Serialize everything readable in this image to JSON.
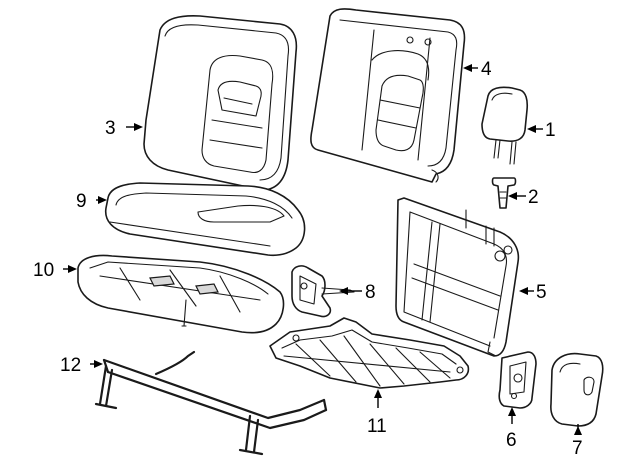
{
  "callouts": [
    {
      "id": "1",
      "label": "1",
      "part": "headrest"
    },
    {
      "id": "2",
      "label": "2",
      "part": "headrest-guide"
    },
    {
      "id": "3",
      "label": "3",
      "part": "seatback-cover"
    },
    {
      "id": "4",
      "label": "4",
      "part": "seatback-pad"
    },
    {
      "id": "5",
      "label": "5",
      "part": "seatback-frame"
    },
    {
      "id": "6",
      "label": "6",
      "part": "latch-bracket"
    },
    {
      "id": "7",
      "label": "7",
      "part": "trim-cover"
    },
    {
      "id": "8",
      "label": "8",
      "part": "hinge-bracket"
    },
    {
      "id": "9",
      "label": "9",
      "part": "cushion-cover"
    },
    {
      "id": "10",
      "label": "10",
      "part": "cushion-pad"
    },
    {
      "id": "11",
      "label": "11",
      "part": "cushion-frame"
    },
    {
      "id": "12",
      "label": "12",
      "part": "support-rod"
    }
  ]
}
